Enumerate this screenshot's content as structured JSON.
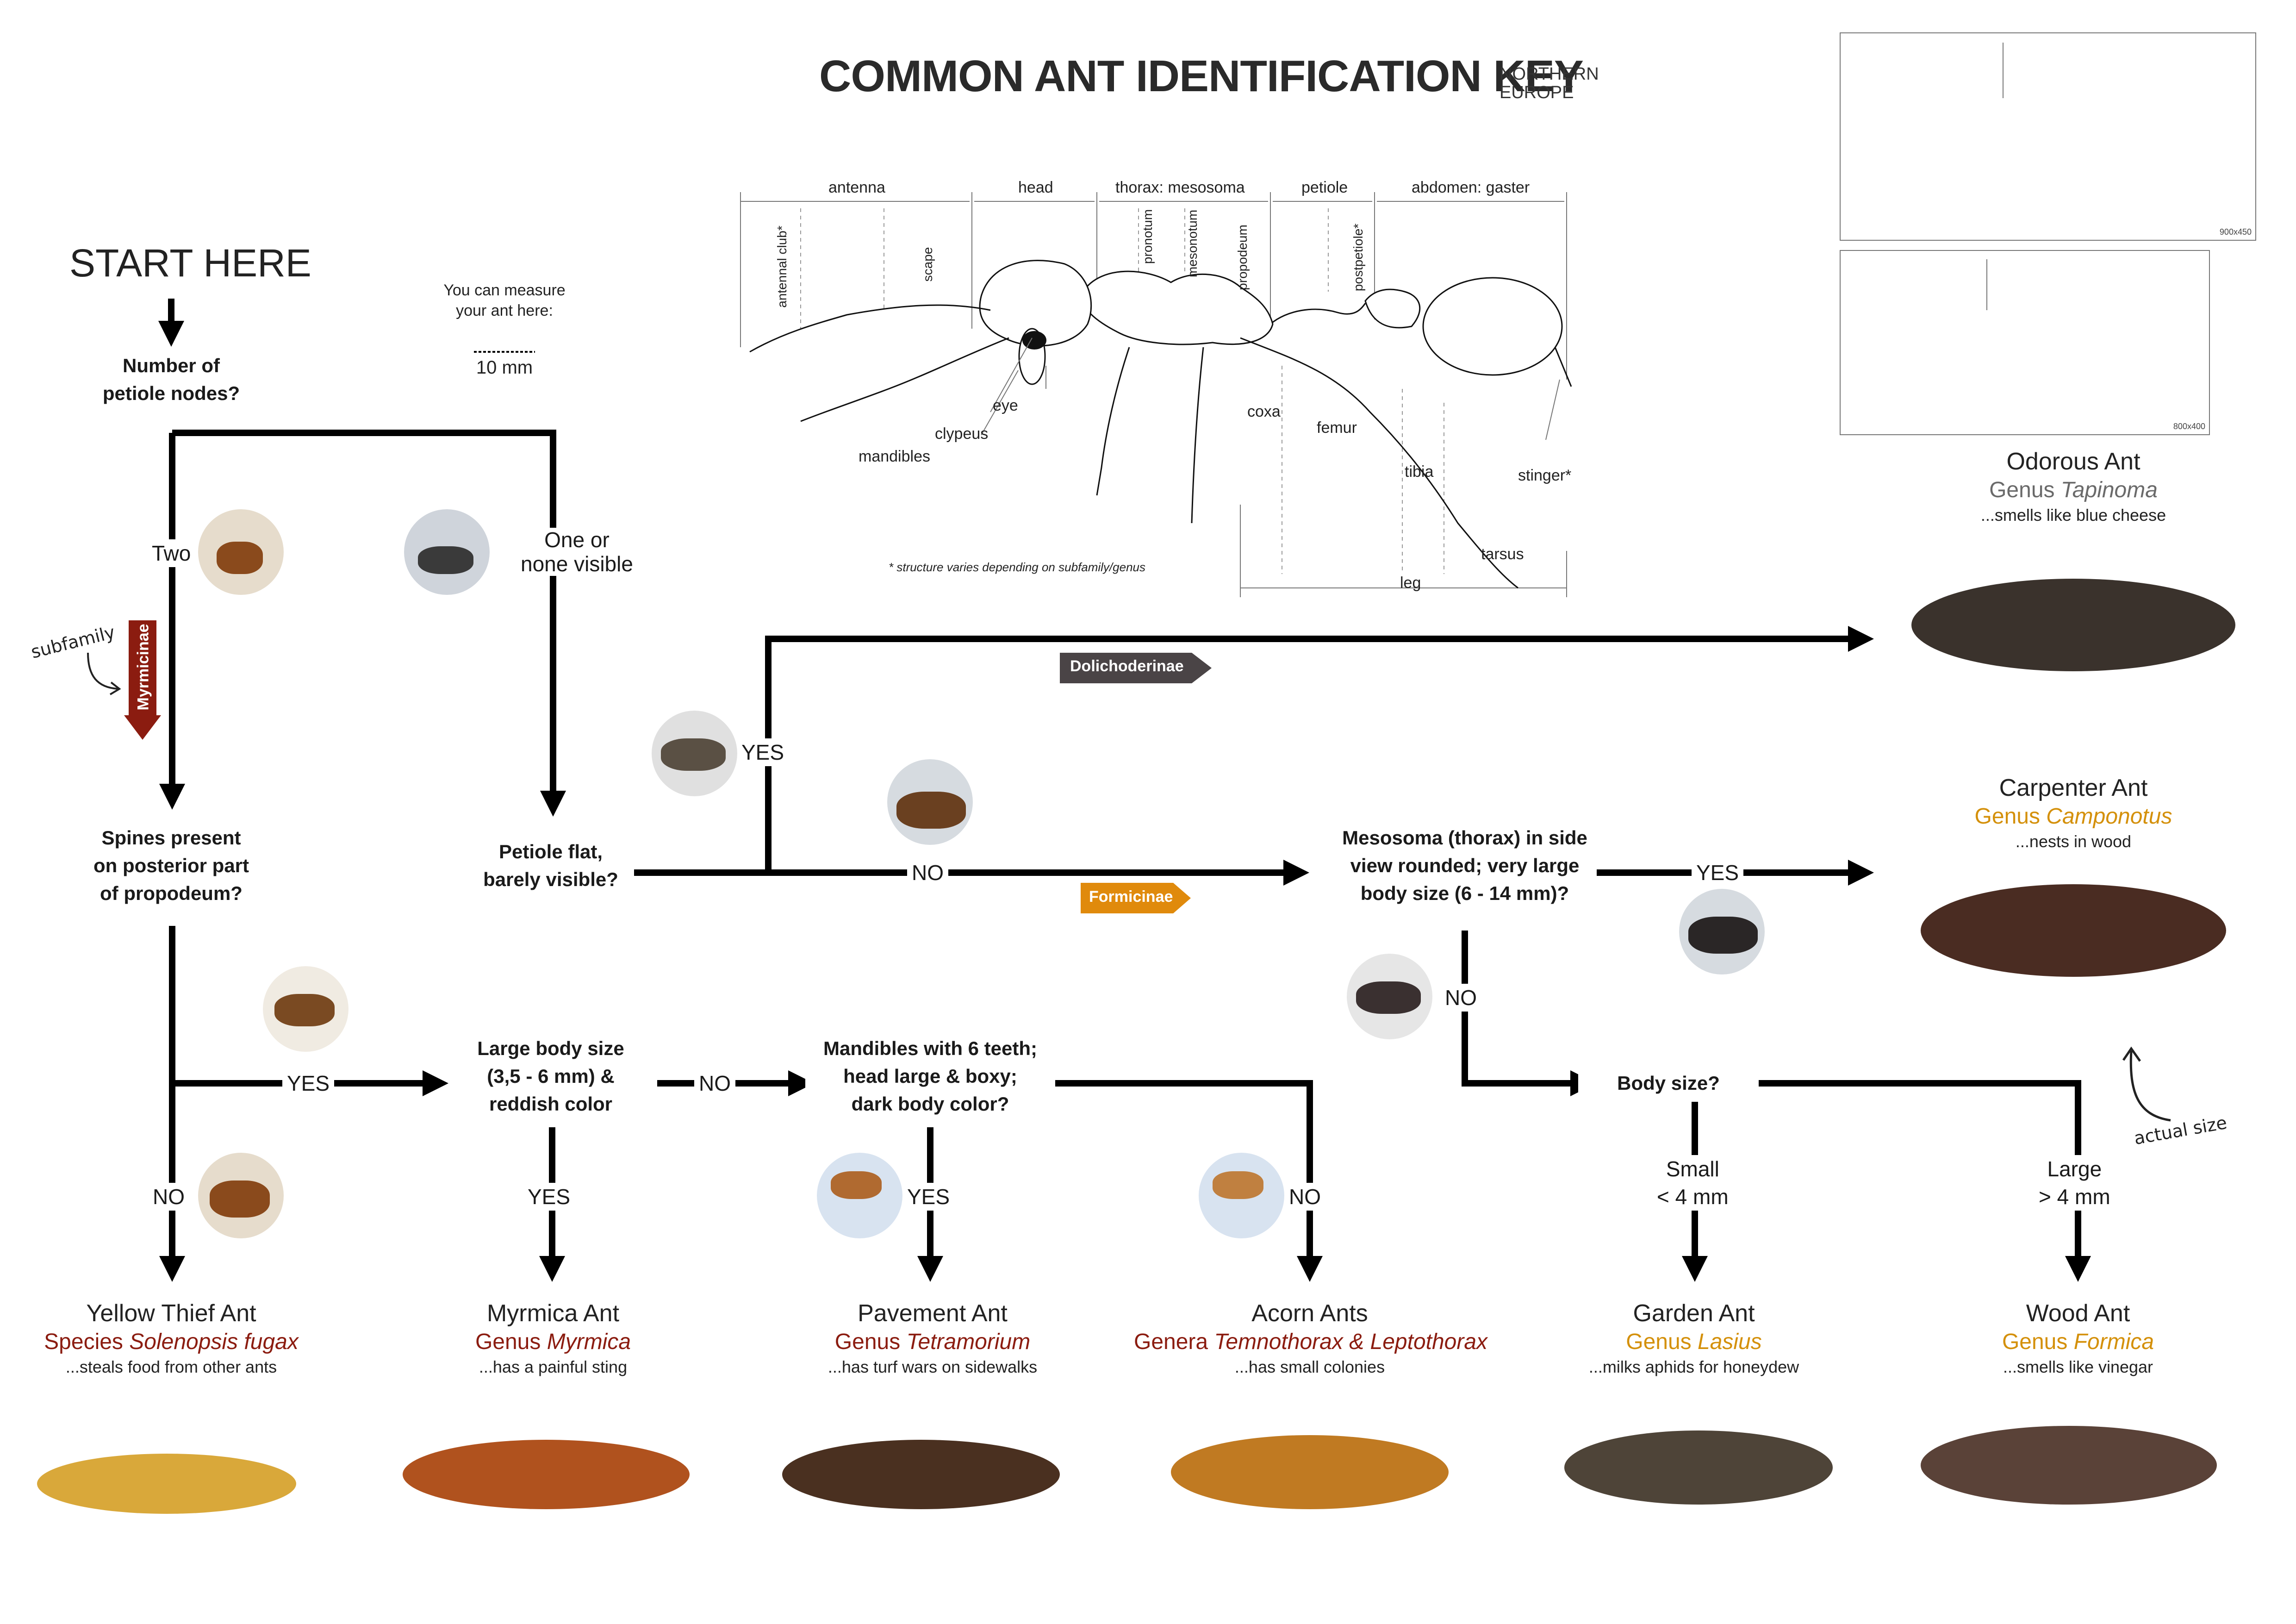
{
  "header": {
    "title": "COMMON ANT IDENTIFICATION KEY",
    "region_line1": "NORTHERN",
    "region_line2": "EUROPE"
  },
  "start": {
    "label": "START HERE"
  },
  "measure": {
    "line1": "You can measure",
    "line2": "your ant here:",
    "scale": "10 mm"
  },
  "questions": {
    "petiole_nodes": [
      "Number of",
      "petiole nodes?"
    ],
    "spines": [
      "Spines present",
      "on posterior part",
      "of propodeum?"
    ],
    "petiole_flat": [
      "Petiole flat,",
      "barely visible?"
    ],
    "large_body": [
      "Large body size",
      "(3,5 - 6 mm) &",
      "reddish color"
    ],
    "mandibles": [
      "Mandibles with 6 teeth;",
      "head large & boxy;",
      "dark body color?"
    ],
    "mesosoma": [
      "Mesosoma (thorax) in side",
      "view rounded; very large",
      "body size (6 - 14 mm)?"
    ],
    "body_size": "Body size?"
  },
  "answers": {
    "two": "Two",
    "one_or_none": [
      "One or",
      "none visible"
    ],
    "yes": "YES",
    "no": "NO",
    "small": [
      "Small",
      "< 4 mm"
    ],
    "large": [
      "Large",
      "> 4 mm"
    ]
  },
  "subfamilies": {
    "myrmicinae": "Myrmicinae",
    "dolichoderinae": "Dolichoderinae",
    "formicinae": "Formicinae"
  },
  "annotations": {
    "subfamily": "subfamily",
    "actual_size": "actual size",
    "structure_note": "* structure varies depending on subfamily/genus"
  },
  "placeholders": {
    "large": "900x450",
    "small": "800x400"
  },
  "anatomy": {
    "sections": [
      "antenna",
      "head",
      "thorax: mesosoma",
      "petiole",
      "abdomen: gaster"
    ],
    "vertical_labels": [
      "antennal club*",
      "scape",
      "pronotum",
      "mesonotum",
      "propodeum",
      "postpetiole*"
    ],
    "parts": [
      "eye",
      "clypeus",
      "mandibles",
      "coxa",
      "femur",
      "tibia",
      "tarsus",
      "stinger*",
      "leg"
    ]
  },
  "species": [
    {
      "common": "Yellow Thief Ant",
      "rank": "Species",
      "name": "Solenopsis fugax",
      "note": "...steals food from other ants",
      "color": "#8b1c10"
    },
    {
      "common": "Myrmica Ant",
      "rank": "Genus",
      "name": "Myrmica",
      "note": "...has a painful sting",
      "color": "#8b1c10"
    },
    {
      "common": "Pavement Ant",
      "rank": "Genus",
      "name": "Tetramorium",
      "note": "...has turf wars on sidewalks",
      "color": "#8b1c10"
    },
    {
      "common": "Acorn Ants",
      "rank": "Genera",
      "name": "Temnothorax & Leptothorax",
      "note": "...has small colonies",
      "color": "#8b1c10"
    },
    {
      "common": "Garden Ant",
      "rank": "Genus",
      "name": "Lasius",
      "note": "...milks aphids for honeydew",
      "color": "#d4900a"
    },
    {
      "common": "Wood Ant",
      "rank": "Genus",
      "name": "Formica",
      "note": "...smells like vinegar",
      "color": "#d4900a"
    },
    {
      "common": "Carpenter Ant",
      "rank": "Genus",
      "name": "Camponotus",
      "note": "...nests in wood",
      "color": "#d4900a"
    },
    {
      "common": "Odorous Ant",
      "rank": "Genus",
      "name": "Tapinoma",
      "note": "...smells like blue cheese",
      "color": "#6a6a6a"
    }
  ],
  "colors": {
    "myrmicinae": "#8b1c10",
    "dolichoderinae": "#4a4446",
    "formicinae": "#e08a0c",
    "line": "#000000"
  }
}
